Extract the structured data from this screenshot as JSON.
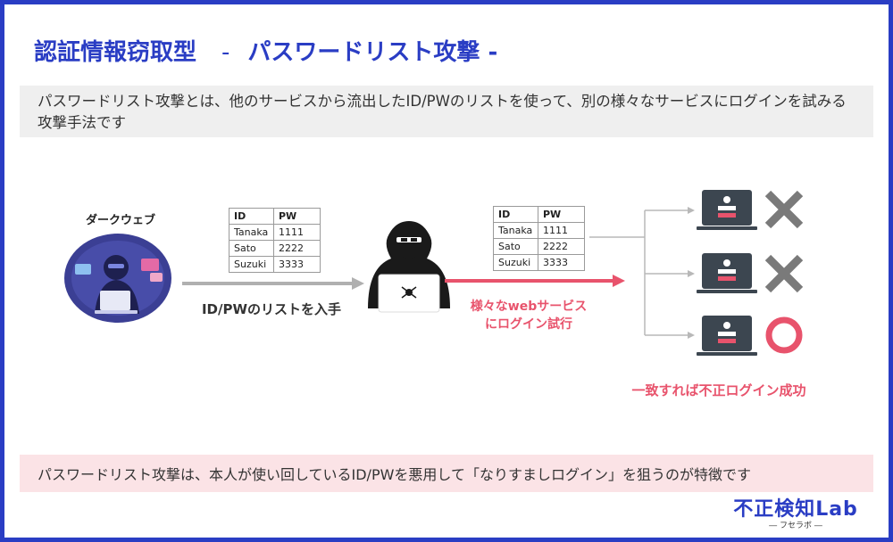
{
  "header": {
    "title": "認証情報窃取型",
    "separator": "-",
    "subtitle": "パスワードリスト攻撃 -"
  },
  "intro": {
    "text": "パスワードリスト攻撃とは、他のサービスから流出したID/PWのリストを使って、別の様々なサービスにログインを試みる攻撃手法です"
  },
  "diagram": {
    "darkweb_label": "ダークウェブ",
    "table_headers": [
      "ID",
      "PW"
    ],
    "table_rows": [
      [
        "Tanaka",
        "1111"
      ],
      [
        "Sato",
        "2222"
      ],
      [
        "Suzuki",
        "3333"
      ]
    ],
    "arrow1_label": "ID/PWのリストを入手",
    "arrow2_line1": "様々なwebサービス",
    "arrow2_line2": "にログイン試行",
    "results": [
      "fail",
      "fail",
      "success"
    ],
    "success_text": "一致すれば不正ログイン成功",
    "colors": {
      "accent": "#e8536c",
      "brand": "#2a3dc4",
      "gray_arrow": "#b0b0b0",
      "laptop": "#3c4650",
      "cross": "#7a7a7a"
    }
  },
  "note": {
    "text": "パスワードリスト攻撃は、本人が使い回しているID/PWを悪用して「なりすましログイン」を狙うのが特徴です"
  },
  "logo": {
    "main": "不正検知Lab",
    "sub": "― フセラボ ―"
  }
}
